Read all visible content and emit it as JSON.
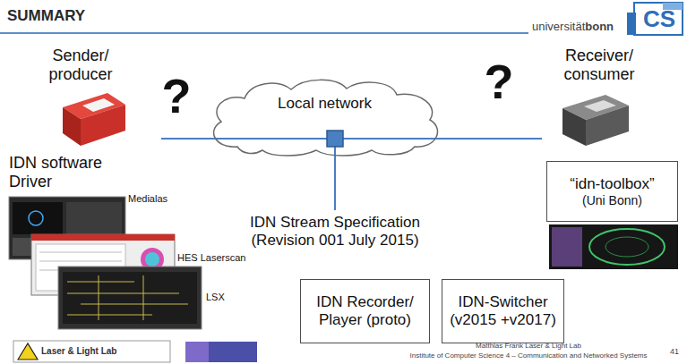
{
  "diagram": {
    "title": "SUMMARY",
    "nodes": [
      {
        "text": [
          "Local network"
        ]
      },
      {
        "text": [
          "“idn-toolbox”",
          "(Uni Bonn)"
        ]
      },
      {
        "text": [
          "IDN Recorder/ Player (proto)"
        ]
      },
      {
        "text": [
          "IDN-Switcher (v2015 +v2017)"
        ]
      }
    ],
    "labels": [
      "universität",
      "bonn",
      "CS",
      "Sender/ producer",
      "?",
      "?",
      "Receiver/ consumer",
      "IDN software Driver",
      "Medialas",
      "HES Laserscan",
      "LSX",
      "IDN Stream Specification (Revision 001 July 2015)",
      "Laser & Light Lab",
      "Matthias Frank Laser & Light Lab",
      "Institute of Computer Science 4 – Communication and Networked Systems",
      "41"
    ]
  }
}
